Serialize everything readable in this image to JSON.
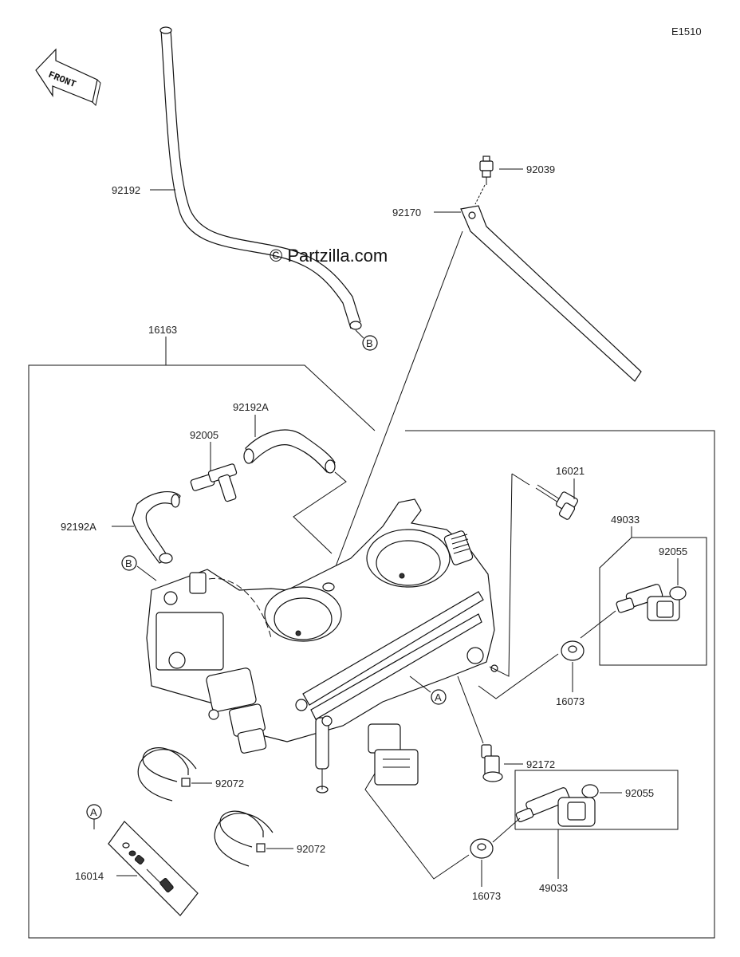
{
  "diagram_code": "E1510",
  "watermark": "© Partzilla.com",
  "front_label": "FRONT",
  "parts": {
    "p92192": "92192",
    "p92039": "92039",
    "p92170": "92170",
    "p16163": "16163",
    "p92192A_top": "92192A",
    "p92005": "92005",
    "p92192A_left": "92192A",
    "p16021": "16021",
    "p49033_top": "49033",
    "p92055_top": "92055",
    "p16073_right": "16073",
    "p92172": "92172",
    "p92072_a": "92072",
    "p92072_b": "92072",
    "p92055_bottom": "92055",
    "p16014": "16014",
    "p16073_bottom": "16073",
    "p49033_bottom": "49033"
  },
  "refs": {
    "A": "A",
    "B": "B"
  }
}
